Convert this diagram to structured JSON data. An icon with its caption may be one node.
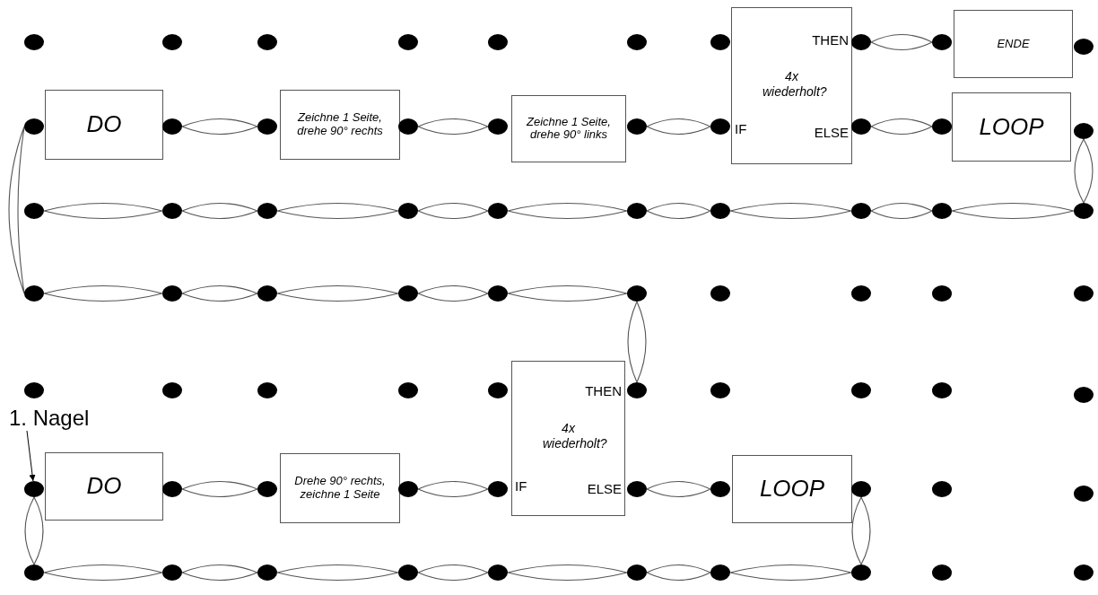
{
  "diagram": {
    "nodes": [
      {
        "text": [],
        "shape": "circle"
      },
      {
        "text": [],
        "shape": "circle"
      },
      {
        "text": [],
        "shape": "circle"
      },
      {
        "text": [],
        "shape": "circle"
      },
      {
        "text": [],
        "shape": "circle"
      },
      {
        "text": [],
        "shape": "circle"
      },
      {
        "text": [],
        "shape": "circle"
      },
      {
        "text": [
          "THEN",
          "4x wiederholt?",
          "IF",
          "ELSE"
        ]
      },
      {
        "text": [],
        "shape": "circle"
      },
      {
        "text": [],
        "shape": "circle"
      },
      {
        "text": [
          "ENDE"
        ]
      },
      {
        "text": [],
        "shape": "circle"
      },
      {
        "text": [],
        "shape": "circle"
      },
      {
        "text": [
          "DO"
        ]
      },
      {
        "text": [],
        "shape": "circle"
      },
      {
        "text": [],
        "shape": "circle"
      },
      {
        "text": [
          "Zeichne 1 Seite, drehe 90° rechts"
        ]
      },
      {
        "text": [],
        "shape": "circle"
      },
      {
        "text": [],
        "shape": "circle"
      },
      {
        "text": [
          "Zeichne 1 Seite, drehe 90° links"
        ]
      },
      {
        "text": [],
        "shape": "circle"
      },
      {
        "text": [],
        "shape": "circle"
      },
      {
        "text": [],
        "shape": "circle"
      },
      {
        "text": [],
        "shape": "circle"
      },
      {
        "text": [
          "LOOP"
        ]
      },
      {
        "text": [],
        "shape": "circle"
      },
      {
        "text": [],
        "shape": "circle"
      },
      {
        "text": [],
        "shape": "circle"
      },
      {
        "text": [],
        "shape": "circle"
      },
      {
        "text": [],
        "shape": "circle"
      },
      {
        "text": [],
        "shape": "circle"
      },
      {
        "text": [],
        "shape": "circle"
      },
      {
        "text": [],
        "shape": "circle"
      },
      {
        "text": [],
        "shape": "circle"
      },
      {
        "text": [],
        "shape": "circle"
      },
      {
        "text": [],
        "shape": "circle"
      },
      {
        "text": [],
        "shape": "circle"
      },
      {
        "text": [],
        "shape": "circle"
      },
      {
        "text": [],
        "shape": "circle"
      },
      {
        "text": [],
        "shape": "circle"
      },
      {
        "text": [],
        "shape": "circle"
      },
      {
        "text": [],
        "shape": "circle"
      },
      {
        "text": [],
        "shape": "circle"
      },
      {
        "text": [],
        "shape": "circle"
      },
      {
        "text": [],
        "shape": "circle"
      },
      {
        "text": [],
        "shape": "circle"
      },
      {
        "text": [],
        "shape": "circle"
      },
      {
        "text": [],
        "shape": "circle"
      },
      {
        "text": [],
        "shape": "circle"
      },
      {
        "text": [],
        "shape": "circle"
      },
      {
        "text": [],
        "shape": "circle"
      },
      {
        "text": [
          "THEN",
          "4x wiederholt?",
          "IF",
          "ELSE"
        ]
      },
      {
        "text": [],
        "shape": "circle"
      },
      {
        "text": [],
        "shape": "circle"
      },
      {
        "text": [],
        "shape": "circle"
      },
      {
        "text": [],
        "shape": "circle"
      },
      {
        "text": [],
        "shape": "circle"
      },
      {
        "text": [
          "1. Nagel"
        ]
      },
      {
        "text": [],
        "shape": "circle"
      },
      {
        "text": [
          "DO"
        ]
      },
      {
        "text": [],
        "shape": "circle"
      },
      {
        "text": [],
        "shape": "circle"
      },
      {
        "text": [
          "Drehe 90° rechts, zeichne 1 Seite"
        ]
      },
      {
        "text": [],
        "shape": "circle"
      },
      {
        "text": [],
        "shape": "circle"
      },
      {
        "text": [],
        "shape": "circle"
      },
      {
        "text": [],
        "shape": "circle"
      },
      {
        "text": [
          "LOOP"
        ]
      },
      {
        "text": [],
        "shape": "circle"
      },
      {
        "text": [],
        "shape": "circle"
      },
      {
        "text": [],
        "shape": "circle"
      },
      {
        "text": [],
        "shape": "circle"
      },
      {
        "text": [],
        "shape": "circle"
      },
      {
        "text": [],
        "shape": "circle"
      },
      {
        "text": [],
        "shape": "circle"
      },
      {
        "text": [],
        "shape": "circle"
      },
      {
        "text": [],
        "shape": "circle"
      },
      {
        "text": [],
        "shape": "circle"
      },
      {
        "text": [],
        "shape": "circle"
      },
      {
        "text": [],
        "shape": "circle"
      },
      {
        "text": [],
        "shape": "circle"
      }
    ],
    "edges": [
      {
        "from": 8,
        "to": 9,
        "arrow": "none"
      },
      {
        "from": 14,
        "to": 15,
        "arrow": "none"
      },
      {
        "from": 17,
        "to": 18,
        "arrow": "none"
      },
      {
        "from": 20,
        "to": 21,
        "arrow": "none"
      },
      {
        "from": 22,
        "to": 23,
        "arrow": "none"
      },
      {
        "from": 12,
        "to": 36,
        "arrow": "none"
      },
      {
        "from": 25,
        "to": 35,
        "arrow": "none"
      },
      {
        "from": 26,
        "to": 27,
        "arrow": "none"
      },
      {
        "from": 27,
        "to": 28,
        "arrow": "none"
      },
      {
        "from": 28,
        "to": 29,
        "arrow": "none"
      },
      {
        "from": 29,
        "to": 30,
        "arrow": "none"
      },
      {
        "from": 30,
        "to": 31,
        "arrow": "none"
      },
      {
        "from": 31,
        "to": 32,
        "arrow": "none"
      },
      {
        "from": 32,
        "to": 33,
        "arrow": "none"
      },
      {
        "from": 33,
        "to": 34,
        "arrow": "none"
      },
      {
        "from": 34,
        "to": 35,
        "arrow": "none"
      },
      {
        "from": 36,
        "to": 37,
        "arrow": "none"
      },
      {
        "from": 37,
        "to": 38,
        "arrow": "none"
      },
      {
        "from": 38,
        "to": 39,
        "arrow": "none"
      },
      {
        "from": 39,
        "to": 40,
        "arrow": "none"
      },
      {
        "from": 40,
        "to": 41,
        "arrow": "none"
      },
      {
        "from": 41,
        "to": 52,
        "arrow": "none"
      },
      {
        "from": 57,
        "to": 58,
        "arrow": "to"
      },
      {
        "from": 60,
        "to": 61,
        "arrow": "none"
      },
      {
        "from": 63,
        "to": 64,
        "arrow": "none"
      },
      {
        "from": 65,
        "to": 66,
        "arrow": "none"
      },
      {
        "from": 58,
        "to": 71,
        "arrow": "none"
      },
      {
        "from": 68,
        "to": 78,
        "arrow": "none"
      },
      {
        "from": 71,
        "to": 72,
        "arrow": "none"
      },
      {
        "from": 72,
        "to": 73,
        "arrow": "none"
      },
      {
        "from": 73,
        "to": 74,
        "arrow": "none"
      },
      {
        "from": 74,
        "to": 75,
        "arrow": "none"
      },
      {
        "from": 75,
        "to": 76,
        "arrow": "none"
      },
      {
        "from": 76,
        "to": 77,
        "arrow": "none"
      },
      {
        "from": 77,
        "to": 78,
        "arrow": "none"
      }
    ]
  }
}
